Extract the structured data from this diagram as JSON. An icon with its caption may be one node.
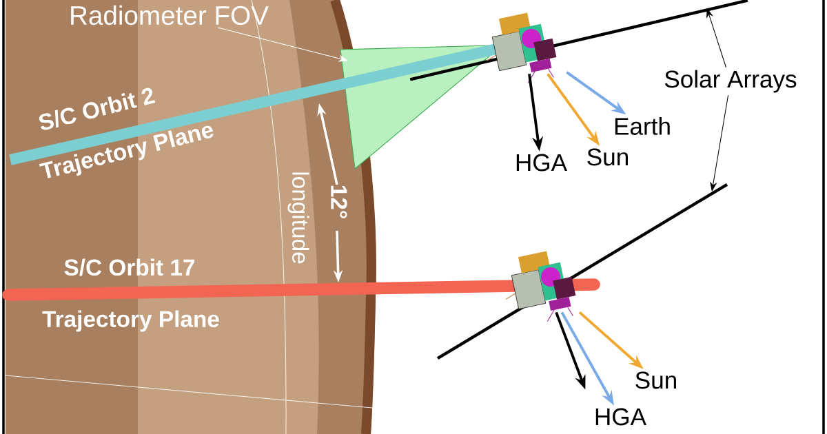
{
  "diagram": {
    "nodes": [
      {
        "text": [
          "Radiometer FOV"
        ]
      },
      {
        "text": [
          "Solar Arrays"
        ]
      },
      {
        "text": [],
        "shape": "bar"
      },
      {
        "text": [],
        "shape": "bar"
      },
      {
        "text": [],
        "shape": "picture"
      },
      {
        "text": [
          "Earth"
        ]
      },
      {
        "text": [
          "Sun"
        ]
      },
      {
        "text": [
          "HGA"
        ]
      },
      {
        "text": [],
        "shape": "picture"
      },
      {
        "text": [
          "Sun"
        ]
      },
      {
        "text": [
          "HGA"
        ]
      },
      {
        "text": [],
        "shape": "triangle"
      }
    ],
    "edges": [
      {
        "from": 0,
        "to": 11,
        "arrow": "to",
        "color": "#ffffff"
      },
      {
        "from": 1,
        "to": 2,
        "arrow": "to"
      },
      {
        "from": 1,
        "to": 3,
        "arrow": "to"
      },
      {
        "from": 4,
        "to": 5,
        "arrow": "to",
        "color": "#7aa9e8"
      },
      {
        "from": 4,
        "to": 6,
        "arrow": "to",
        "color": "#f0a830"
      },
      {
        "from": 4,
        "to": 7,
        "arrow": "to"
      },
      {
        "from": 8,
        "to": 9,
        "arrow": "to",
        "color": "#f0a830"
      },
      {
        "from": 8,
        "to": 10,
        "arrow": "to",
        "color": "#7aa9e8"
      },
      {
        "from": 8,
        "to": 10,
        "arrow": "to"
      }
    ],
    "labels": [
      "S/C Orbit 2",
      "Trajectory Plane",
      "12°",
      "longitude",
      "S/C Orbit 17",
      "Trajectory Plane"
    ]
  }
}
